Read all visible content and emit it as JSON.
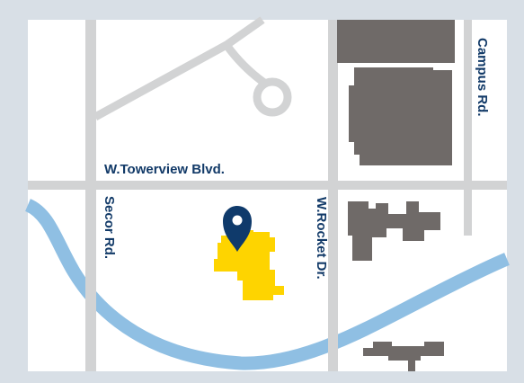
{
  "map": {
    "roads": {
      "towerview": "W.Towerview Blvd.",
      "secor": "Secor Rd.",
      "rocket": "W.Rocket Dr.",
      "campus": "Campus Rd."
    },
    "marker": {
      "icon": "location-pin-icon"
    },
    "colors": {
      "frame": "#d8dfe6",
      "land": "#ffffff",
      "road": "#d2d3d4",
      "river": "#8fbfe3",
      "building": "#6f6a68",
      "highlight": "#fed400",
      "marker": "#0f3a6b",
      "label": "#123a68"
    }
  }
}
